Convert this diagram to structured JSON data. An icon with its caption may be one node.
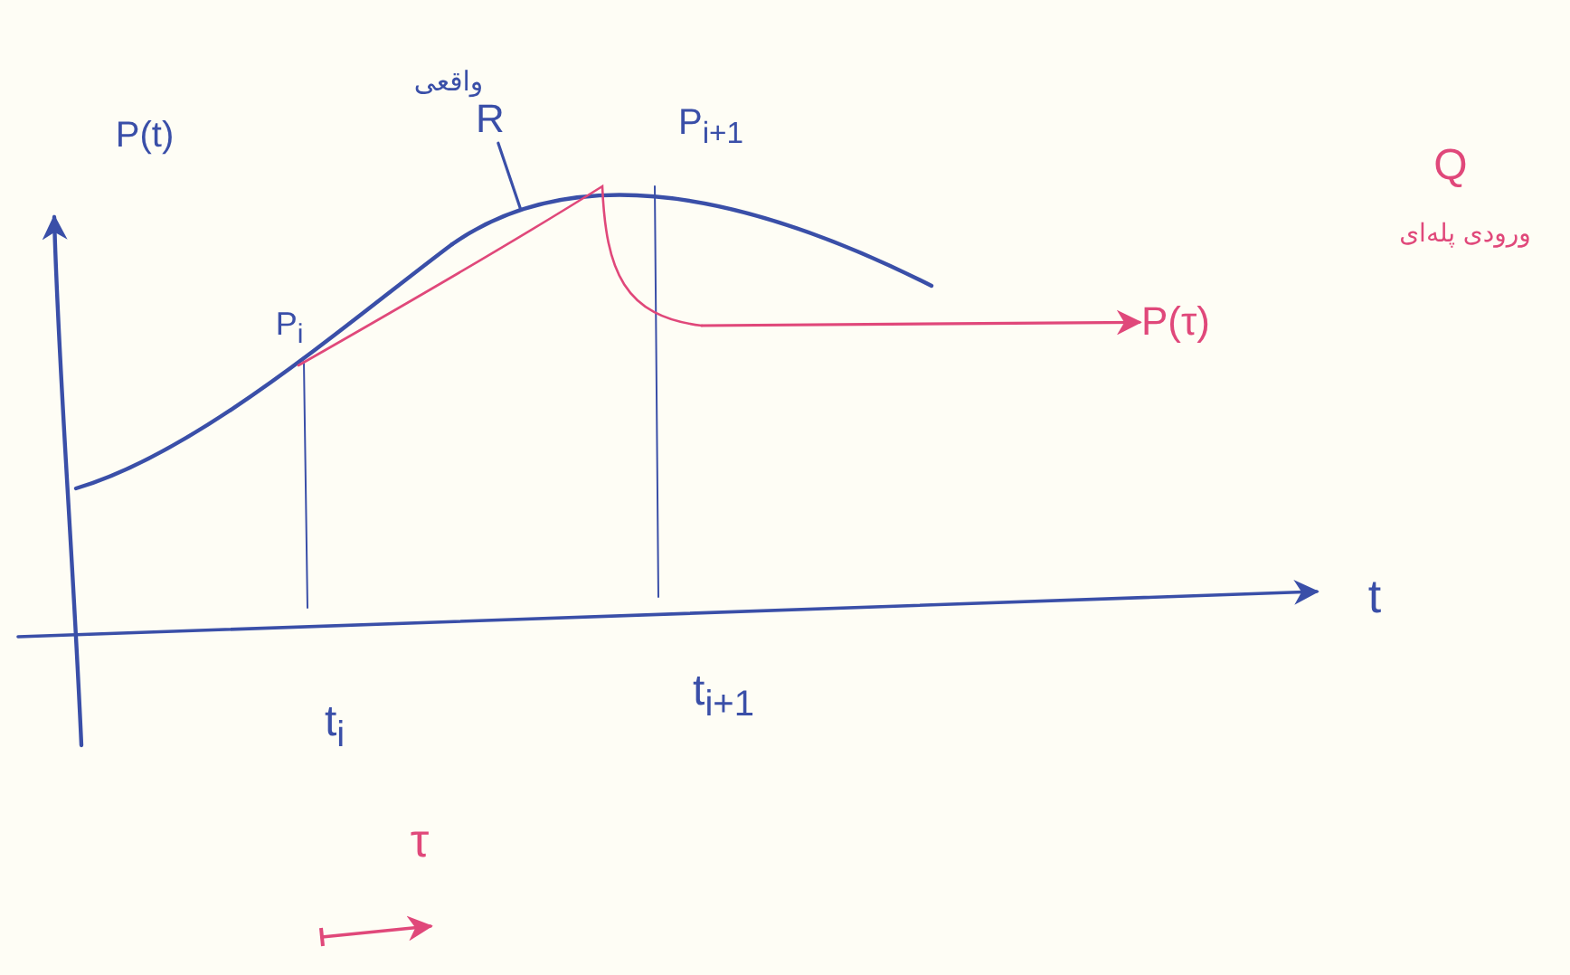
{
  "diagram": {
    "nodes": [
      {
        "text": [
          "R"
        ]
      },
      {
        "text": [
          "P(τ)"
        ]
      },
      {
        "text": [],
        "shape": "curve"
      },
      {
        "text": [],
        "shape": "curve"
      }
    ],
    "edges": [
      {
        "from": 0,
        "to": 3,
        "arrow": "none",
        "color": "#3a4fa8"
      },
      {
        "from": 2,
        "to": 1,
        "arrow": "to",
        "color": "#e0487a"
      }
    ],
    "labels": [
      "واقعی",
      "P(t)",
      "P$_{i+1}$",
      "Q",
      "ورودی پله‌ای",
      "P$_{i}$",
      "t",
      "t$_{i+1}$",
      "t$_{i}$",
      "τ"
    ]
  }
}
